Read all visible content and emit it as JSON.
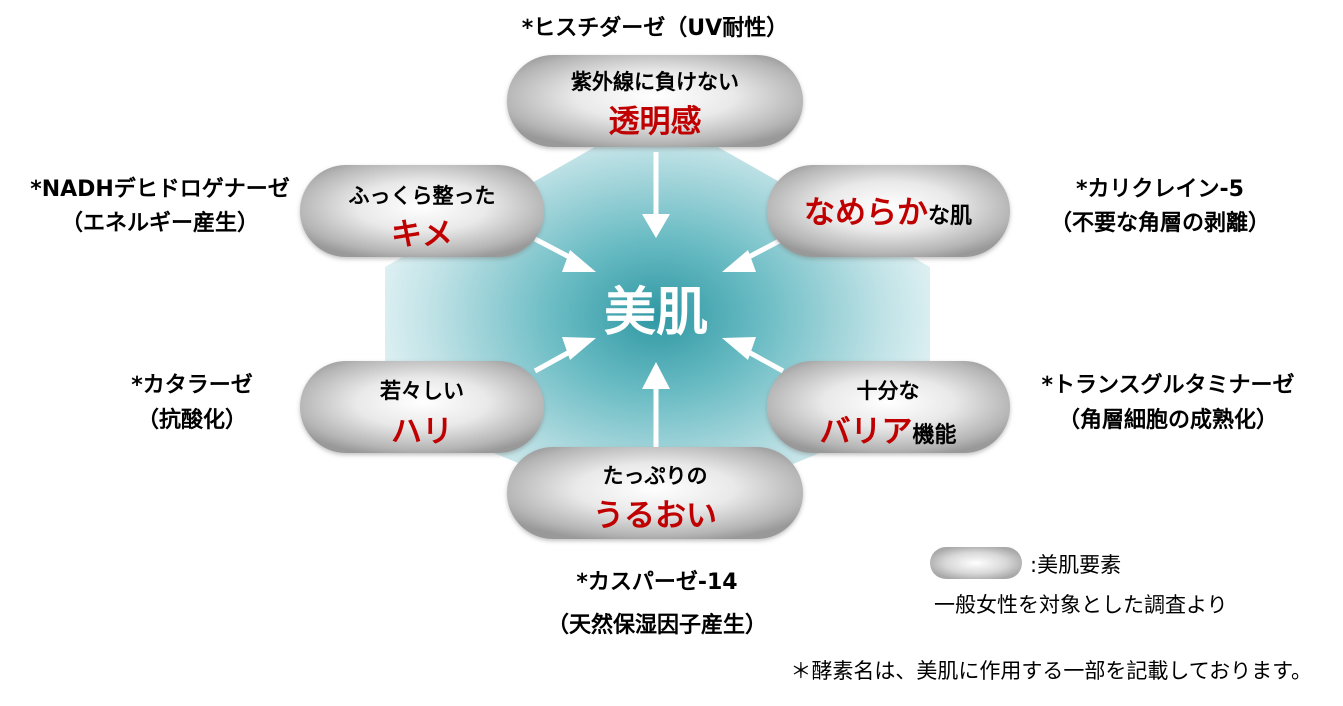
{
  "center": {
    "label": "美肌"
  },
  "elements": {
    "top": {
      "line1": "紫外線に負けない",
      "line2": "透明感"
    },
    "upper_left": {
      "line1": "ふっくら整った",
      "line2": "キメ"
    },
    "upper_right": {
      "accent": "なめらか",
      "rest": "な肌"
    },
    "lower_left": {
      "line1": "若々しい",
      "line2": "ハリ"
    },
    "lower_right": {
      "line1": "十分な",
      "accent": "バリア",
      "rest": "機能"
    },
    "bottom": {
      "line1": "たっぷりの",
      "line2": "うるおい"
    }
  },
  "enzymes": {
    "top": {
      "line1": "*ヒスチダーゼ（UV耐性）"
    },
    "upper_left": {
      "line1": "*NADHデヒドロゲナーゼ",
      "line2": "（エネルギー産生）"
    },
    "upper_right": {
      "line1": "*カリクレイン-5",
      "line2": "（不要な角層の剥離）"
    },
    "lower_left": {
      "line1": "*カタラーゼ",
      "line2": "（抗酸化）"
    },
    "lower_right": {
      "line1": "*トランスグルタミナーゼ",
      "line2": "（角層細胞の成熟化）"
    },
    "bottom": {
      "line1": "*カスパーゼ-14",
      "line2": "（天然保湿因子産生）"
    }
  },
  "legend": {
    "label": ":美肌要素",
    "note": "一般女性を対象とした調査より"
  },
  "footnote": "＊酵素名は、美肌に作用する一部を記載しております。",
  "colors": {
    "accent_red": "#c00000",
    "hexagon_center": "#3aa3ad",
    "hexagon_edge": "#e6f4f6",
    "pill_highlight": "#ffffff",
    "pill_shadow": "#8f8f8f",
    "arrow": "#ffffff"
  }
}
